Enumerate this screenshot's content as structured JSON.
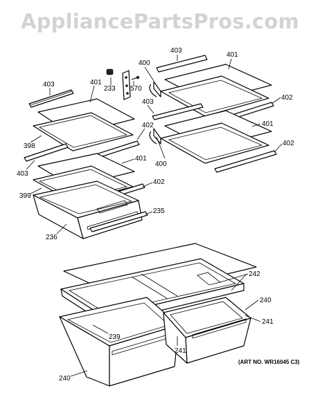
{
  "watermark": "AppliancePartsPros.com",
  "art_number": "(ART NO. WR16045 C3)",
  "callouts": {
    "c403a": "403",
    "c401a": "401",
    "c233": "233",
    "c570": "570",
    "c398": "398",
    "c402a": "402",
    "c403b": "403",
    "c401b": "401",
    "c399": "399",
    "c402b": "402",
    "c235": "235",
    "c236": "236",
    "c403c": "403",
    "c401c": "401",
    "c400a": "400",
    "c403d": "403",
    "c402c": "402",
    "c401d": "401",
    "c400b": "400",
    "c402d": "402",
    "c242": "242",
    "c240a": "240",
    "c241a": "241",
    "c239": "239",
    "c241b": "241",
    "c240b": "240"
  }
}
